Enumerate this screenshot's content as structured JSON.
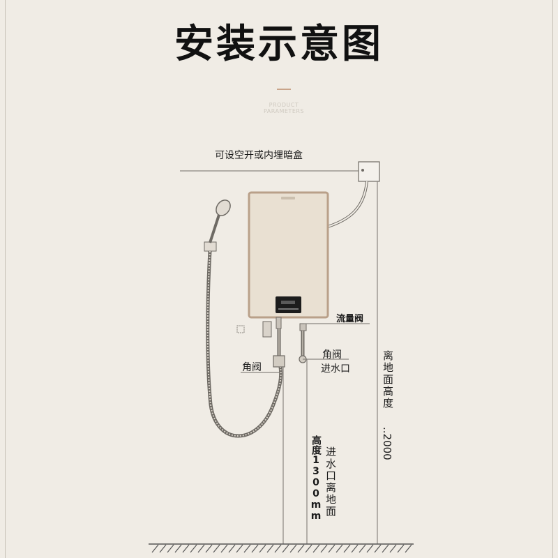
{
  "header": {
    "title": "安装示意图",
    "sub_line1": "PRODUCT",
    "sub_line2": "PARAMETERS"
  },
  "labels": {
    "breaker_box": "可设空开或内埋暗盒",
    "flow_valve": "流量阀",
    "angle_valve_left": "角阀",
    "angle_valve_right": "角阀",
    "water_inlet": "进水口",
    "height_ground": "离地面高度",
    "height_ground_value": "..2000",
    "inlet_height_label": "进水口离地面",
    "inlet_height_value": "高度1300mm"
  },
  "colors": {
    "background": "#f0ece5",
    "heater_body": "#e9e0d2",
    "heater_border": "#b9a089",
    "line": "#8a8680",
    "hose": "#6e6a64",
    "accent": "#c9a48a"
  }
}
